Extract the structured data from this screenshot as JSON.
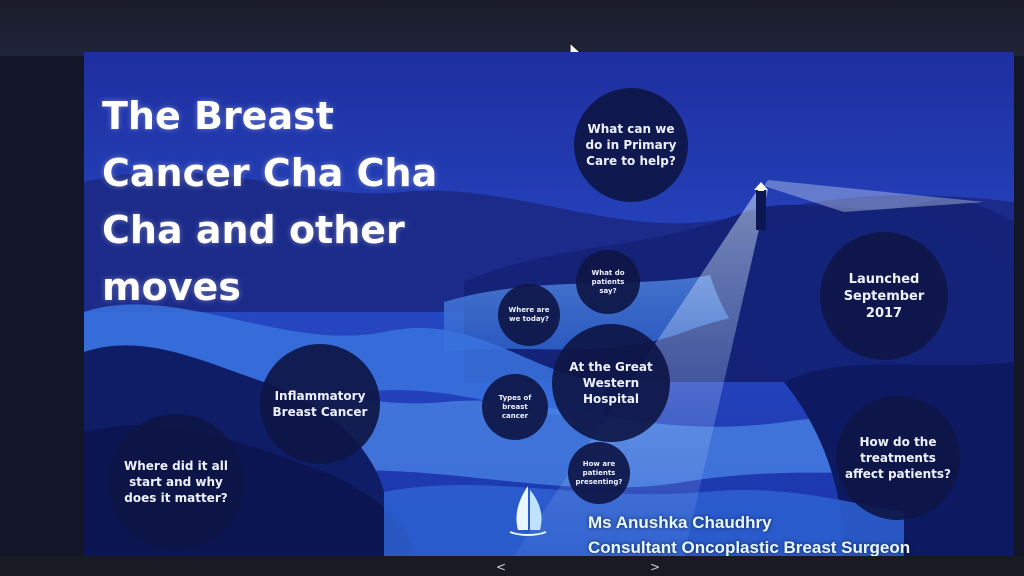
{
  "title": "The Breast Cancer Cha Cha Cha and other moves",
  "bubbles": {
    "primary_care": "What can we do in Primary Care to help?",
    "patients_say": "What do patients say?",
    "where_today": "Where are we today?",
    "great_western": "At the Great Western Hospital",
    "types": "Types of breast cancer",
    "presenting": "How are patients presenting?",
    "inflammatory": "Inflammatory Breast Cancer",
    "where_start": "Where did it all start and why does it matter?",
    "launched": "Launched September 2017",
    "treatments": "How do the treatments affect patients?"
  },
  "presenter": {
    "name": "Ms Anushka Chaudhry",
    "role": "Consultant Oncoplastic Breast Surgeon"
  },
  "nav": {
    "prev": "<",
    "next": ">"
  },
  "icons": {
    "cursor": "mouse-pointer-icon",
    "logo": "sail-logo-icon",
    "lighthouse": "lighthouse-icon"
  },
  "colors": {
    "slide_bg": "#1f35a6",
    "bubble": "#0e1646",
    "text": "#ffffff"
  }
}
